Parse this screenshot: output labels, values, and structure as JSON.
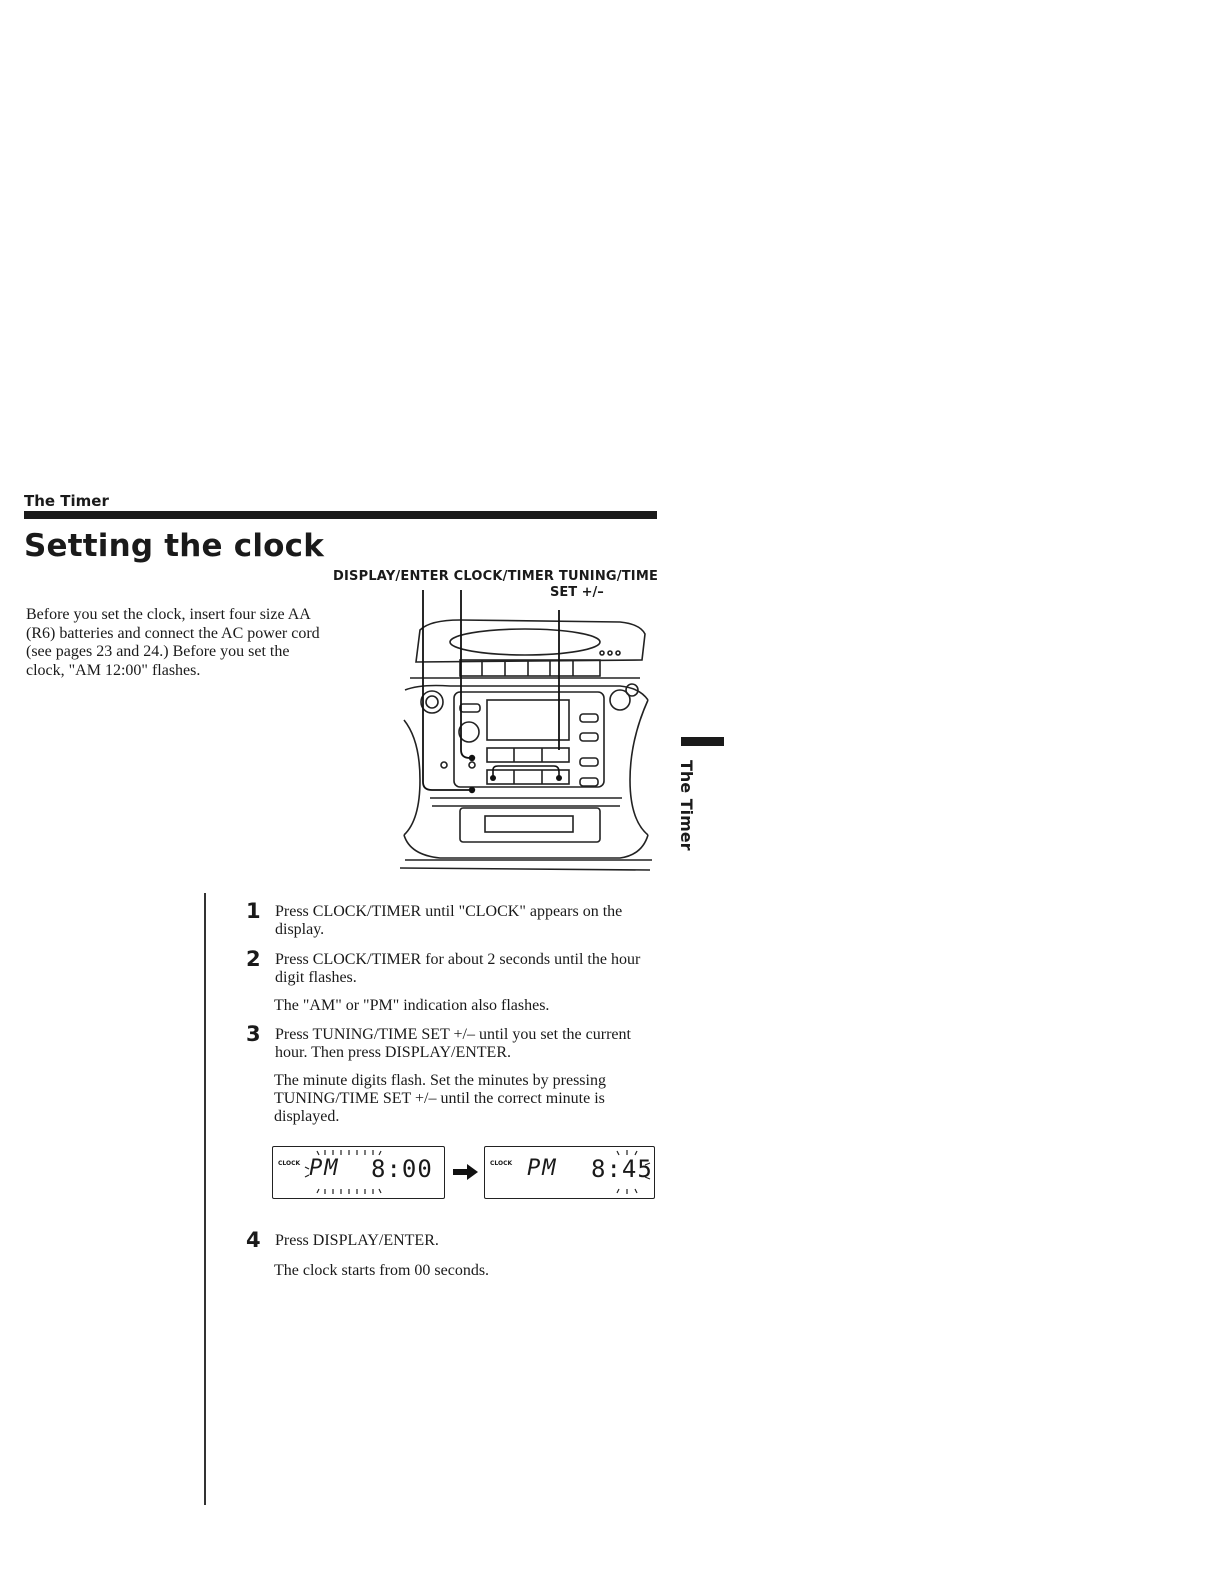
{
  "header": {
    "section": "The Timer",
    "title": "Setting the clock"
  },
  "intro": "Before you set the clock, insert four size AA (R6) batteries and connect the AC power cord (see pages 23 and 24.) Before you set the clock, \"AM 12:00\" flashes.",
  "callouts": {
    "display_enter": "DISPLAY/ENTER",
    "clock_timer": "CLOCK/TIMER",
    "tuning_time_line1": "TUNING/TIME",
    "tuning_time_line2": "SET +/–"
  },
  "side_tab": "The Timer",
  "steps": [
    {
      "num": "1",
      "text": "Press CLOCK/TIMER until \"CLOCK\" appears on the display."
    },
    {
      "num": "2",
      "text": "Press CLOCK/TIMER for about 2 seconds until the hour digit flashes.",
      "note": "The \"AM\" or \"PM\" indication also flashes."
    },
    {
      "num": "3",
      "text": "Press TUNING/TIME SET +/– until you set the current hour. Then press DISPLAY/ENTER.",
      "note": "The minute digits flash. Set the minutes by pressing TUNING/TIME SET +/– until the correct minute is displayed."
    },
    {
      "num": "4",
      "text": "Press DISPLAY/ENTER.",
      "note": "The clock starts from 00 seconds."
    }
  ],
  "lcd_displays": [
    {
      "label": "CLOCK",
      "ampm": "PM",
      "time": "8:00"
    },
    {
      "label": "CLOCK",
      "ampm": "PM",
      "time": "8:45"
    }
  ]
}
